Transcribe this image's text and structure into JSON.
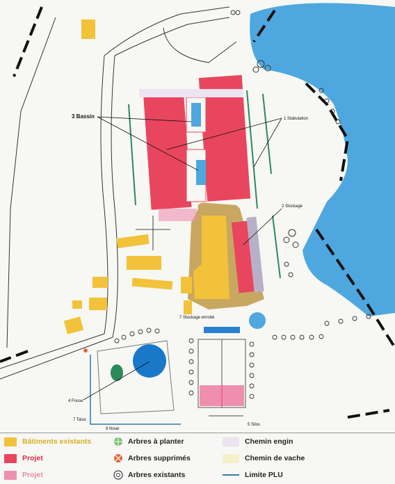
{
  "map": {
    "labels": {
      "basin": "3 Bassin",
      "stabulation": "1 Stabulation",
      "stockage": "2 Stockage",
      "stockage_enrob": "7 Stockage enrobé",
      "fosse": "4 Fosse",
      "talus": "7 Talus",
      "noue": "6 Noue",
      "silos": "5 Silos"
    }
  },
  "legend": {
    "items": [
      {
        "label": "Bâtiments existants",
        "color": "#f2c23a"
      },
      {
        "label": "Projet",
        "color": "#e8465e"
      },
      {
        "label": "Projet",
        "color": "#ef8fb0"
      },
      {
        "label": "Arbres à planter",
        "color": "#7cc070"
      },
      {
        "label": "Arbres supprimés",
        "color": "#e06a3a"
      },
      {
        "label": "Arbres existants",
        "color": "#333333"
      },
      {
        "label": "Chemin engin",
        "color": "#ece4f0"
      },
      {
        "label": "Chemin de vache",
        "color": "#f6f0c8"
      },
      {
        "label": "Limite PLU",
        "color": "#2f7fa0"
      }
    ]
  },
  "colors": {
    "water": "#4ea8df",
    "building_project": "#e8465e",
    "building_existing": "#f2c23a",
    "path": "#c8a860",
    "hedge": "#2a8a5a",
    "limit": "#2f7fa0"
  }
}
